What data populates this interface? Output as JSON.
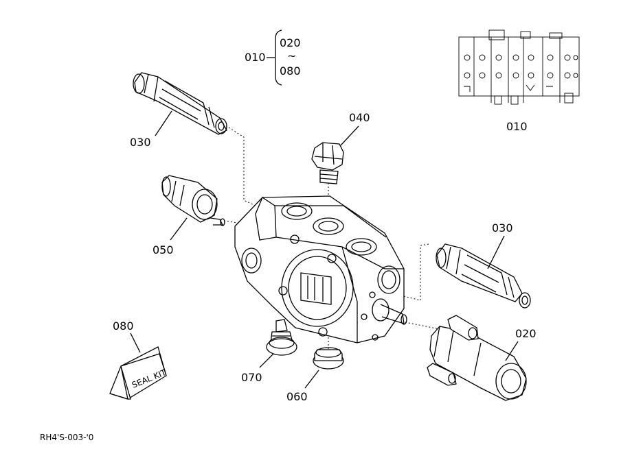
{
  "diagram": {
    "parts": [
      {
        "id": "010",
        "label": "010"
      },
      {
        "id": "020",
        "label": "020"
      },
      {
        "id": "030",
        "label": "030"
      },
      {
        "id": "040",
        "label": "040"
      },
      {
        "id": "050",
        "label": "050"
      },
      {
        "id": "060",
        "label": "060"
      },
      {
        "id": "070",
        "label": "070"
      },
      {
        "id": "080",
        "label": "080"
      }
    ],
    "assembly_bracket": {
      "parent": "010",
      "from": "020",
      "tilde": "~",
      "to": "080"
    },
    "seal_kit_text": "SEAL KIT",
    "figure_code": "RH4'S-003-'0"
  }
}
